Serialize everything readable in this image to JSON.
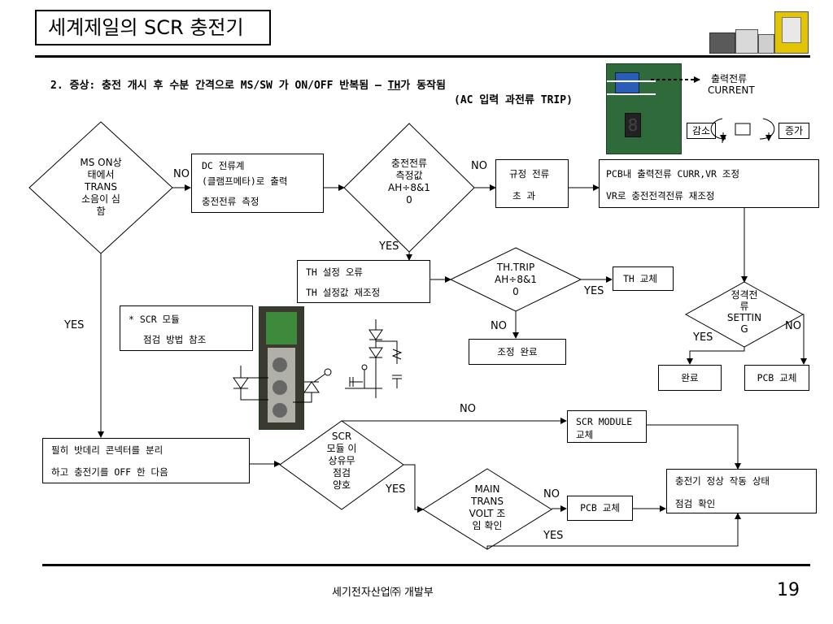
{
  "header": {
    "title": "세계제일의 SCR 충전기"
  },
  "symptom": {
    "line1_pre": "2. 증상: 충전 개시 후 수분 간격으로 MS/SW 가 ON/OFF 반복됨 – ",
    "line1_th": "TH",
    "line1_post": "가 동작됨",
    "line2": "(AC 입력 과전류 TRIP)"
  },
  "adjust_panel": {
    "label_line1": "출력전류",
    "label_line2": "CURRENT",
    "decrease": "감소",
    "increase": "증가"
  },
  "diamonds": {
    "ms_on": "MS ON상\n태에서\nTRANS\n소음이 심\n함",
    "measured": "충전전류\n측정값\nAH÷8&1\n0",
    "th_trip": "TH.TRIP\nAH÷8&1\n0",
    "setting": "정격전\n류\nSETTIN\nG",
    "scr_module": "SCR\n모듈 이\n상유무\n점검\n양호",
    "main_trans": "MAIN\nTRANS\nVOLT 조\n임 확인"
  },
  "boxes": {
    "dc_meter": [
      "DC 전류계",
      "(클램프메타)로 출력",
      "충전전류 측정"
    ],
    "spec_over": [
      "규정 전류",
      "초   과"
    ],
    "pcb_adjust": [
      "PCB내 출력전류 CURR,VR 조정",
      "VR로 충전전격전류 재조정"
    ],
    "th_error": [
      "TH 설정 오류",
      "TH 설정값 재조정"
    ],
    "th_replace": "TH 교체",
    "adjust_done": "조정 완료",
    "scr_ref": [
      "* SCR 모듈",
      "점검 방법 참조"
    ],
    "done": "완료",
    "pcb_replace_1": "PCB 교체",
    "disconnect": [
      "필히 밧데리 콘넥터를 분리",
      "하고 충전기를 OFF 한 다음"
    ],
    "scr_module_replace": [
      "SCR MODULE",
      "교체"
    ],
    "pcb_replace_2": "PCB 교체",
    "final_check": [
      "충전기 정상 작동 상태",
      "점검 확인"
    ]
  },
  "labels": {
    "no1": "NO",
    "no2": "NO",
    "yes_measured": "YES",
    "yes_thtrip": "YES",
    "no_thtrip": "NO",
    "yes_left": "YES",
    "yes_setting": "YES",
    "no_setting": "NO",
    "no_scr": "NO",
    "yes_scr": "YES",
    "no_main": "NO",
    "yes_main": "YES"
  },
  "footer": {
    "company": "세기전자산업㈜ 개발부",
    "page": "19"
  }
}
